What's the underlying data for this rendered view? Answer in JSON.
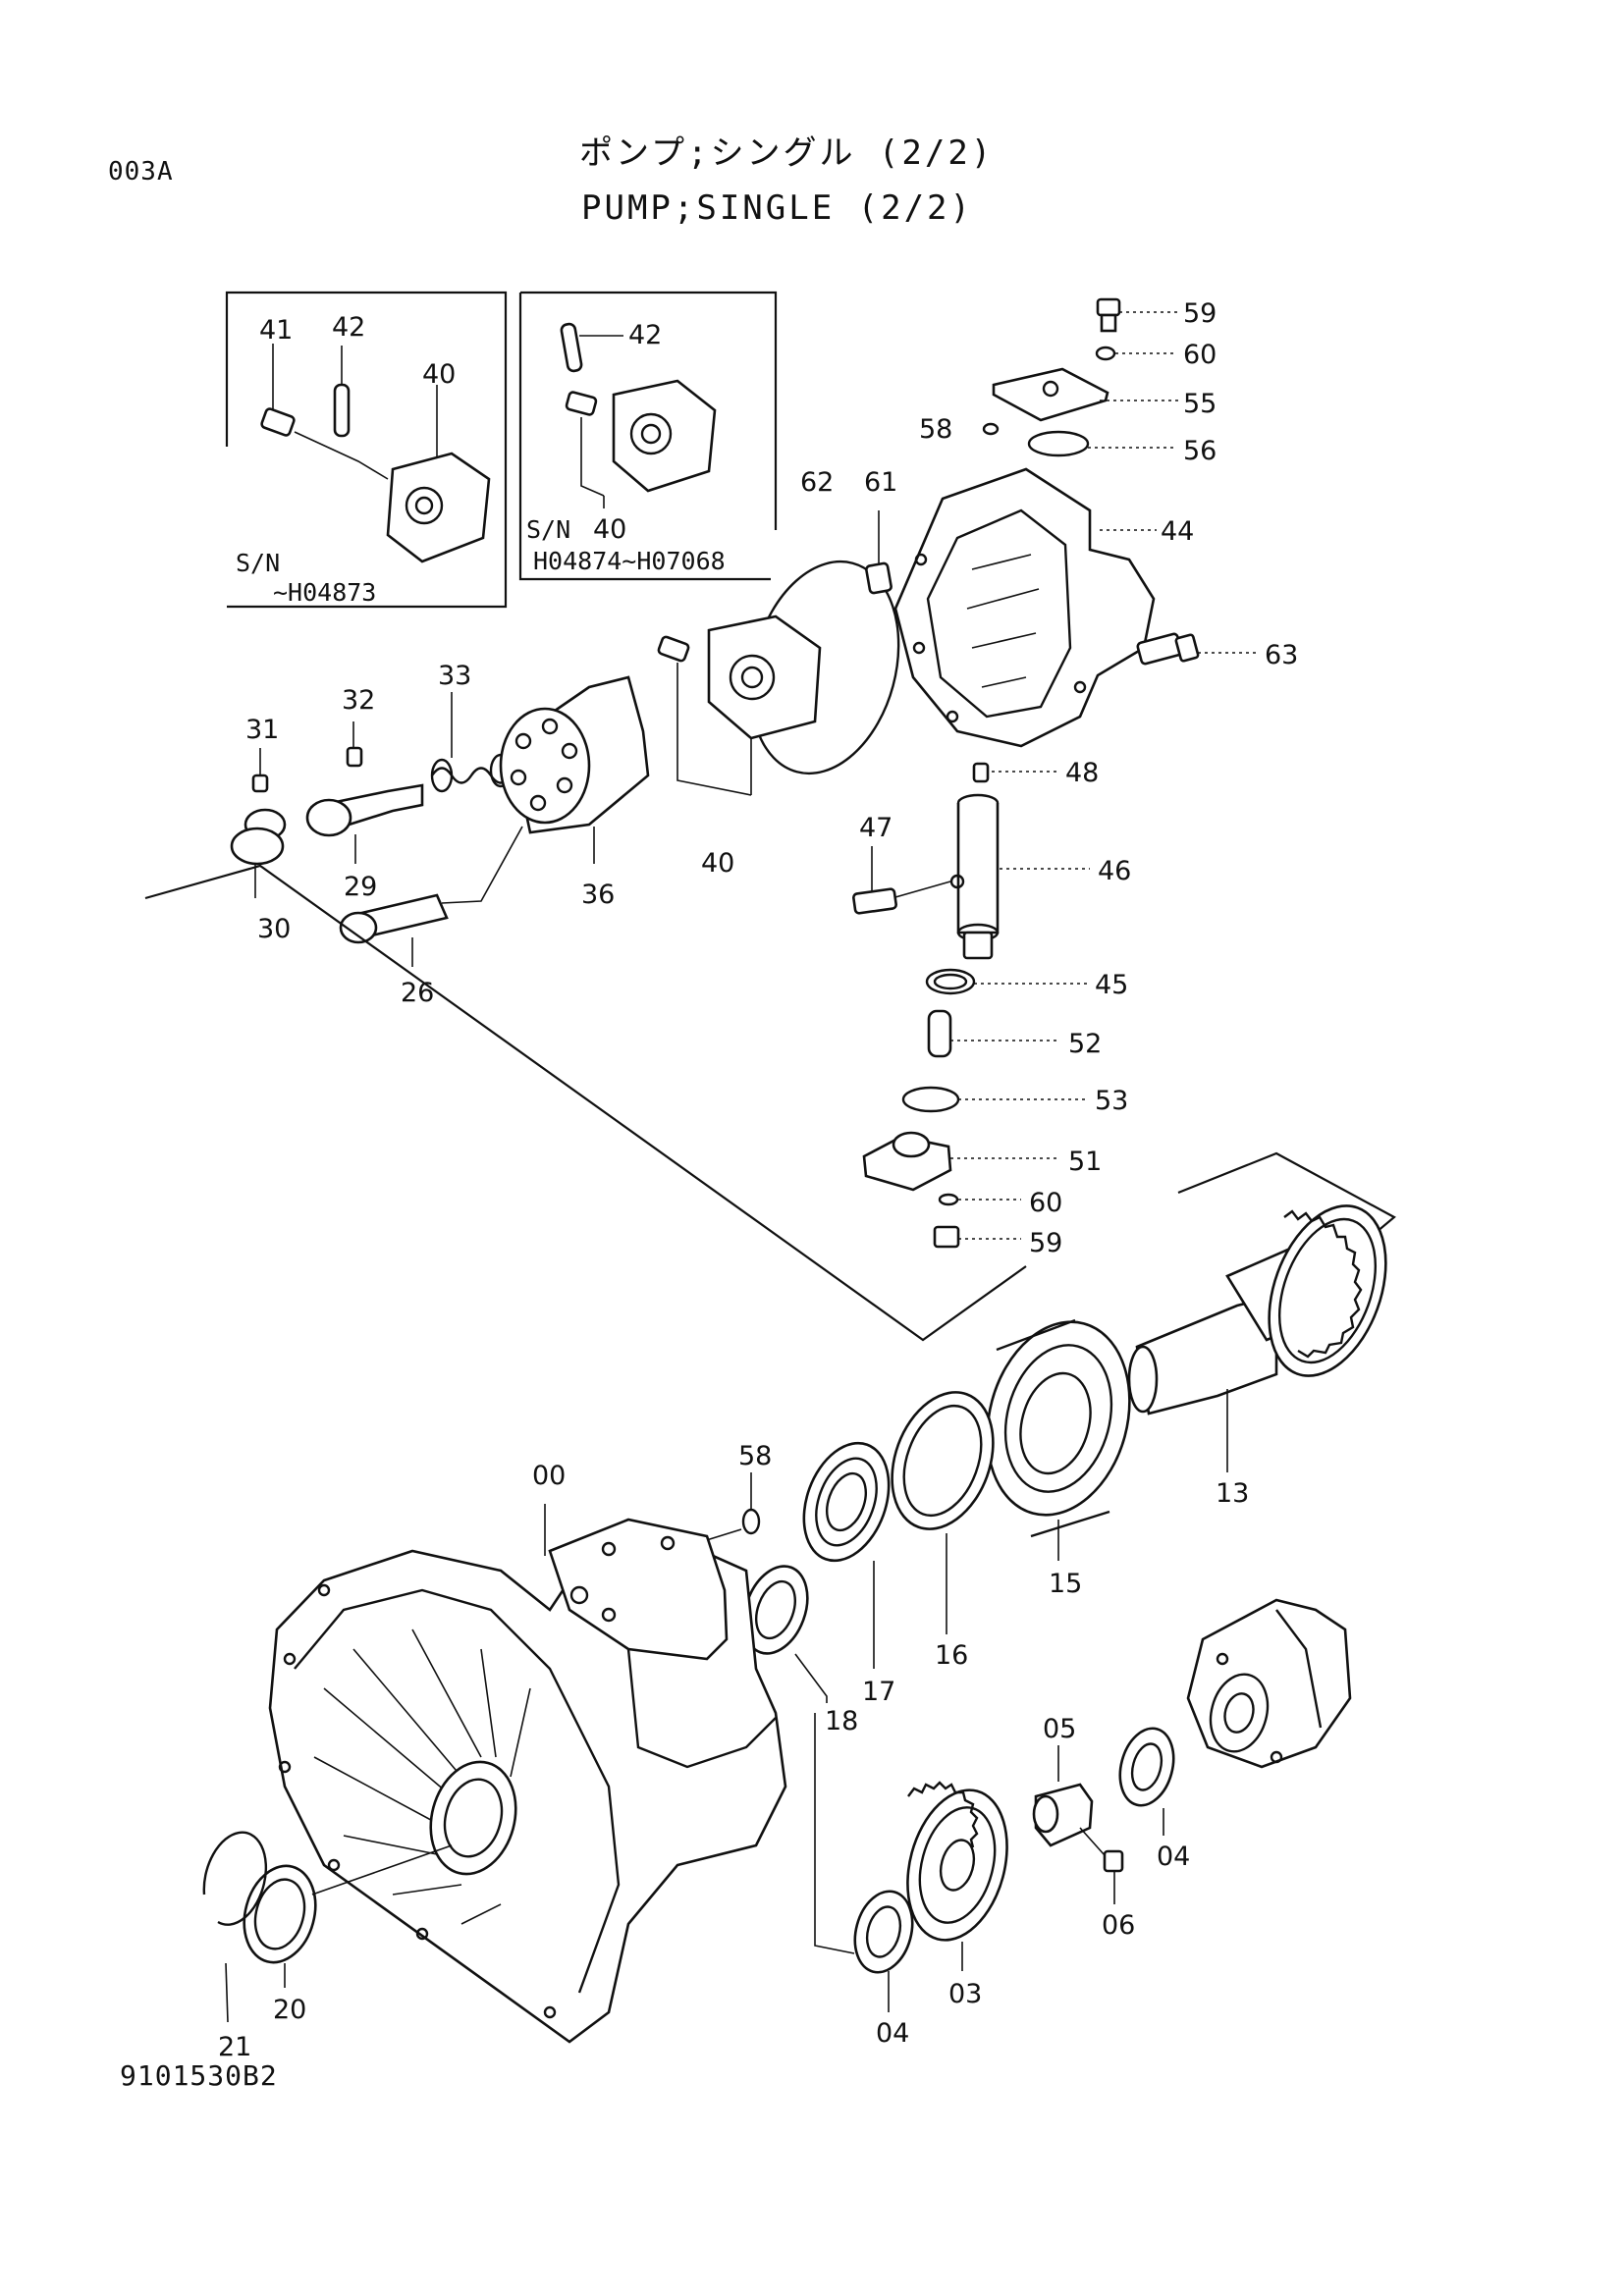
{
  "header": {
    "code": "003A",
    "title_jp": "ポンプ;シングル (2/2)",
    "title_en": "PUMP;SINGLE (2/2)"
  },
  "footer": {
    "drawing_number": "9101530B2"
  },
  "serial_groups": {
    "early": {
      "label": "S/N",
      "range": "~H04873"
    },
    "middle": {
      "label": "S/N",
      "range": "H04874~H07068"
    }
  },
  "labels": {
    "p41": "41",
    "p42a": "42",
    "p40a": "40",
    "p42b": "42",
    "p40b": "40",
    "p59a": "59",
    "p60a": "60",
    "p55": "55",
    "p58a": "58",
    "p56": "56",
    "p62": "62",
    "p61": "61",
    "p44": "44",
    "p63": "63",
    "p48": "48",
    "p33": "33",
    "p32": "32",
    "p31": "31",
    "p29": "29",
    "p30": "30",
    "p36": "36",
    "p26": "26",
    "p40c": "40",
    "p47": "47",
    "p46": "46",
    "p45": "45",
    "p52": "52",
    "p53": "53",
    "p51": "51",
    "p60b": "60",
    "p59b": "59",
    "p13": "13",
    "p00": "00",
    "p58b": "58",
    "p15": "15",
    "p16": "16",
    "p17": "17",
    "p18": "18",
    "p05": "05",
    "p04a": "04",
    "p06": "06",
    "p03": "03",
    "p04b": "04",
    "p20": "20",
    "p21": "21"
  },
  "icons": {
    "housing": "pump-housing-icon",
    "cover": "port-plate-cover-icon",
    "shaft": "drive-shaft-gear-icon",
    "bearing": "bearing-icon",
    "gear": "spur-gear-icon",
    "gear_pump": "gear-pump-icon"
  }
}
